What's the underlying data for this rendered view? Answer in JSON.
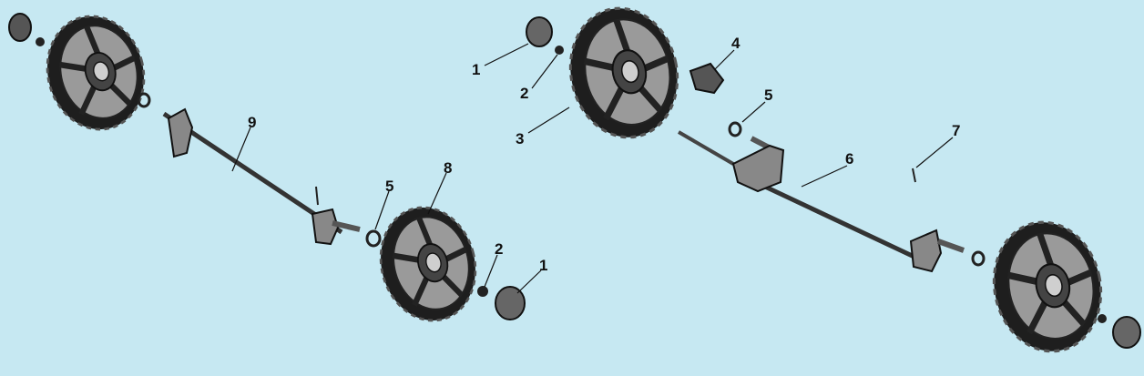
{
  "diagram": {
    "left_assembly": {
      "callouts": [
        {
          "label": "9"
        },
        {
          "label": "8"
        },
        {
          "label": "5"
        },
        {
          "label": "2"
        },
        {
          "label": "1"
        }
      ]
    },
    "right_assembly": {
      "callouts": [
        {
          "label": "1"
        },
        {
          "label": "2"
        },
        {
          "label": "3"
        },
        {
          "label": "4"
        },
        {
          "label": "5"
        },
        {
          "label": "6"
        },
        {
          "label": "7"
        }
      ]
    },
    "colors": {
      "background": "#c6e8f2",
      "part_dark": "#2a2a2a",
      "part_light": "#8a8a8a",
      "tire": "#1e1e1e"
    }
  }
}
